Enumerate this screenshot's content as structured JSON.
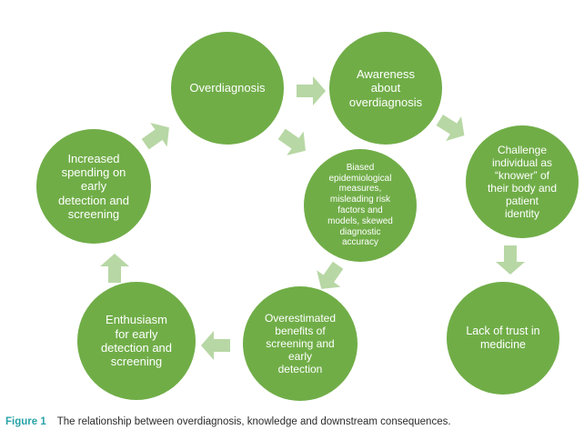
{
  "colors": {
    "node": "#70ad47",
    "arrow": "#b7d7a4",
    "caption_label": "#2aa3a8"
  },
  "nodes": [
    {
      "id": "overdiagnosis",
      "text": "Overdiagnosis"
    },
    {
      "id": "awareness",
      "text": "Awareness\nabout\noverdiagnosis"
    },
    {
      "id": "biased",
      "text": "Biased\nepidemiological\nmeasures,\nmisleading risk\nfactors and\nmodels, skewed\ndiagnostic\naccuracy"
    },
    {
      "id": "challenge",
      "text": "Challenge\nindividual as\n“knower” of\ntheir body and\npatient\nidentity"
    },
    {
      "id": "spending",
      "text": "Increased\nspending on\nearly\ndetection and\nscreening"
    },
    {
      "id": "lack-trust",
      "text": "Lack of trust in\nmedicine"
    },
    {
      "id": "overestimated",
      "text": "Overestimated\nbenefits of\nscreening and\nearly\ndetection"
    },
    {
      "id": "enthusiasm",
      "text": "Enthusiasm\nfor early\ndetection and\nscreening"
    }
  ],
  "caption": {
    "label": "Figure 1",
    "text": "The relationship between overdiagnosis, knowledge and downstream consequences."
  }
}
